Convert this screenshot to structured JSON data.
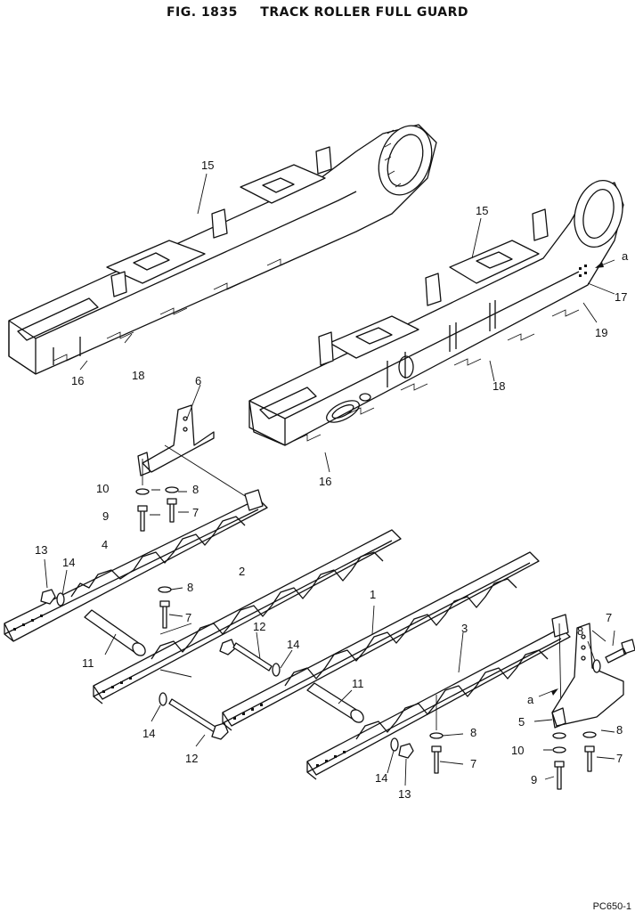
{
  "figure": {
    "number": "FIG. 1835",
    "title": "TRACK ROLLER FULL GUARD",
    "drawing_no": "PC650-1"
  },
  "callouts": {
    "c1": "1",
    "c2": "2",
    "c3": "3",
    "c4": "4",
    "c5": "5",
    "c6": "6",
    "c7": "7",
    "c8": "8",
    "c9": "9",
    "c10": "10",
    "c11": "11",
    "c12": "12",
    "c13": "13",
    "c14": "14",
    "c15": "15",
    "c16": "16",
    "c17": "17",
    "c18": "18",
    "c19": "19",
    "ca": "a"
  }
}
